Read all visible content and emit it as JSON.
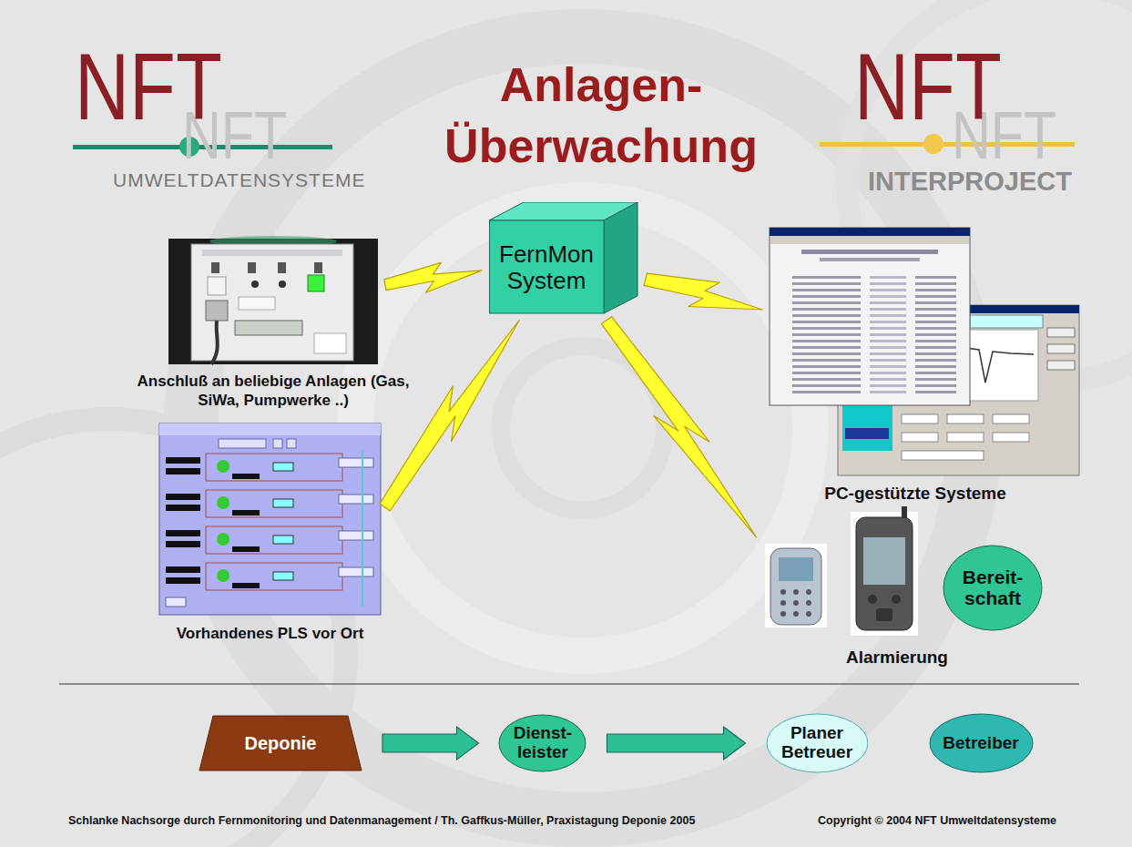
{
  "diagram": {
    "title": "Anlagen- Überwachung",
    "nodes": [
      {
        "text": [
          "Anschluß an beliebige Anlagen (Gas, SiWa, Pumpwerke ..)"
        ]
      },
      {
        "text": [
          "Vorhandenes PLS vor Ort"
        ]
      },
      {
        "text": [
          "FernMon System"
        ]
      },
      {
        "text": [
          "PC-gestützte Systeme"
        ]
      },
      {
        "text": [
          "Alarmierung"
        ]
      },
      {
        "text": [
          "Bereit- schaft"
        ],
        "in": 4
      },
      {
        "text": [
          "Deponie"
        ]
      },
      {
        "text": [
          "Dienst- leister"
        ]
      },
      {
        "text": [
          "Planer Betreuer"
        ]
      },
      {
        "text": [
          "Betreiber"
        ]
      }
    ],
    "edges": [
      {
        "from": 0,
        "to": 2,
        "arrow": "none"
      },
      {
        "from": 1,
        "to": 2,
        "arrow": "none"
      },
      {
        "from": 2,
        "to": 3,
        "arrow": "none"
      },
      {
        "from": 2,
        "to": 4,
        "arrow": "none"
      },
      {
        "from": 6,
        "to": 7,
        "arrow": "to"
      },
      {
        "from": 7,
        "to": 8,
        "arrow": "to"
      }
    ],
    "labels": [
      "NFT",
      "NFT",
      "UMWELTDATENSYSTEME",
      "NFT",
      "NFT",
      "INTERPROJECT",
      "Schlanke Nachsorge durch Fernmonitoring und Datenmanagement / Th. Gaffkus-Müller, Praxistagung Deponie 2005",
      "Copyright © 2004 NFT Umweltdatensysteme"
    ]
  }
}
